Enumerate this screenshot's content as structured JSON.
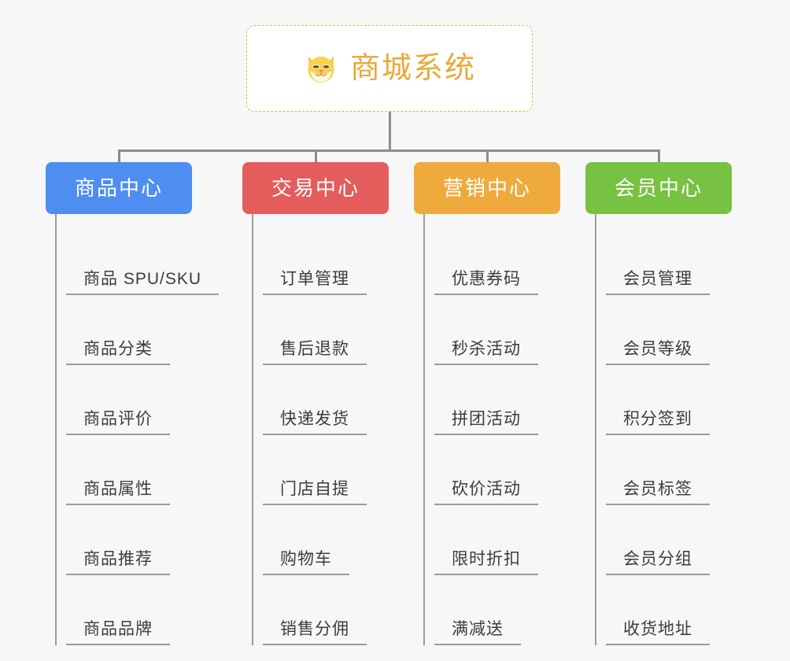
{
  "canvas": {
    "background": "#f7f7f7",
    "connector_color": "#8c8c8c"
  },
  "root": {
    "title": "商城系统",
    "icon": "shiba-dog-icon",
    "border_color": "#e8b44a",
    "text_color": "#e8a93a",
    "background": "#ffffff"
  },
  "branches": [
    {
      "title": "商品中心",
      "color": "#4e8ef0",
      "text_color": "#ffffff",
      "items": [
        {
          "label": "商品 SPU/SKU"
        },
        {
          "label": "商品分类"
        },
        {
          "label": "商品评价"
        },
        {
          "label": "商品属性"
        },
        {
          "label": "商品推荐"
        },
        {
          "label": "商品品牌"
        }
      ]
    },
    {
      "title": "交易中心",
      "color": "#e55c5c",
      "text_color": "#ffffff",
      "items": [
        {
          "label": "订单管理"
        },
        {
          "label": "售后退款"
        },
        {
          "label": "快递发货"
        },
        {
          "label": "门店自提"
        },
        {
          "label": "购物车"
        },
        {
          "label": "销售分佣"
        }
      ]
    },
    {
      "title": "营销中心",
      "color": "#eeaa3c",
      "text_color": "#ffffff",
      "items": [
        {
          "label": "优惠券码"
        },
        {
          "label": "秒杀活动"
        },
        {
          "label": "拼团活动"
        },
        {
          "label": "砍价活动"
        },
        {
          "label": "限时折扣"
        },
        {
          "label": "满减送"
        }
      ]
    },
    {
      "title": "会员中心",
      "color": "#77c242",
      "text_color": "#ffffff",
      "items": [
        {
          "label": "会员管理"
        },
        {
          "label": "会员等级"
        },
        {
          "label": "积分签到"
        },
        {
          "label": "会员标签"
        },
        {
          "label": "会员分组"
        },
        {
          "label": "收货地址"
        }
      ]
    }
  ]
}
